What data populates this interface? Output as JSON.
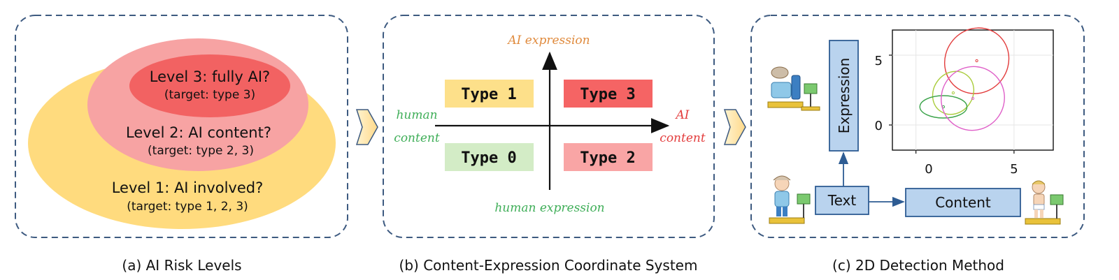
{
  "panel_a": {
    "caption": "(a) AI Risk Levels",
    "level3": {
      "title": "Level 3: fully AI?",
      "target": "(target: type 3)"
    },
    "level2": {
      "title": "Level 2: AI content?",
      "target": "(target: type 2, 3)"
    },
    "level1": {
      "title": "Level 1: AI involved?",
      "target": "(target: type 1, 2, 3)"
    },
    "colors": {
      "level1": "#ffd977",
      "level2": "#f7a3a3",
      "level3": "#f26262"
    }
  },
  "panel_b": {
    "caption": "(b) Content-Expression Coordinate System",
    "axis": {
      "top": "AI expression",
      "bottom": "human expression",
      "left_line1": "human",
      "left_line2": "content",
      "right_line1": "AI",
      "right_line2": "content"
    },
    "types": {
      "type1": "Type 1",
      "type3": "Type 3",
      "type0": "Type 0",
      "type2": "Type 2"
    },
    "colors": {
      "type1": "#fde08a",
      "type3": "#f56464",
      "type0": "#d3ecc6",
      "type2": "#f9a5a5",
      "orange": "#e08b3e",
      "green": "#3fae58",
      "red": "#e33d3d"
    }
  },
  "panel_c": {
    "caption": "(c) 2D Detection Method",
    "boxes": {
      "expression": "Expression",
      "text": "Text",
      "content": "Content"
    },
    "chart_data": {
      "type": "scatter",
      "x_ticks": [
        "0",
        "5"
      ],
      "y_ticks": [
        "0",
        "5"
      ],
      "xlim": [
        -1.2,
        7
      ],
      "ylim": [
        -1.8,
        6.8
      ],
      "grid": true,
      "ellipses": [
        {
          "color": "#e23c3c",
          "cx": 3.1,
          "cy": 4.6,
          "rx": 1.6,
          "ry": 2.4,
          "angle": 35
        },
        {
          "color": "#a9cc3b",
          "cx": 1.9,
          "cy": 2.3,
          "rx": 1.0,
          "ry": 1.6,
          "angle": 35
        },
        {
          "color": "#3ba34a",
          "cx": 1.4,
          "cy": 1.3,
          "rx": 1.2,
          "ry": 0.8,
          "angle": 0
        },
        {
          "color": "#df5fc8",
          "cx": 2.9,
          "cy": 1.9,
          "rx": 1.6,
          "ry": 2.3,
          "angle": 35
        }
      ]
    },
    "box_color": "#b9d3ee",
    "border_color": "#2e5c93"
  },
  "frame_color": "#3d5a80"
}
